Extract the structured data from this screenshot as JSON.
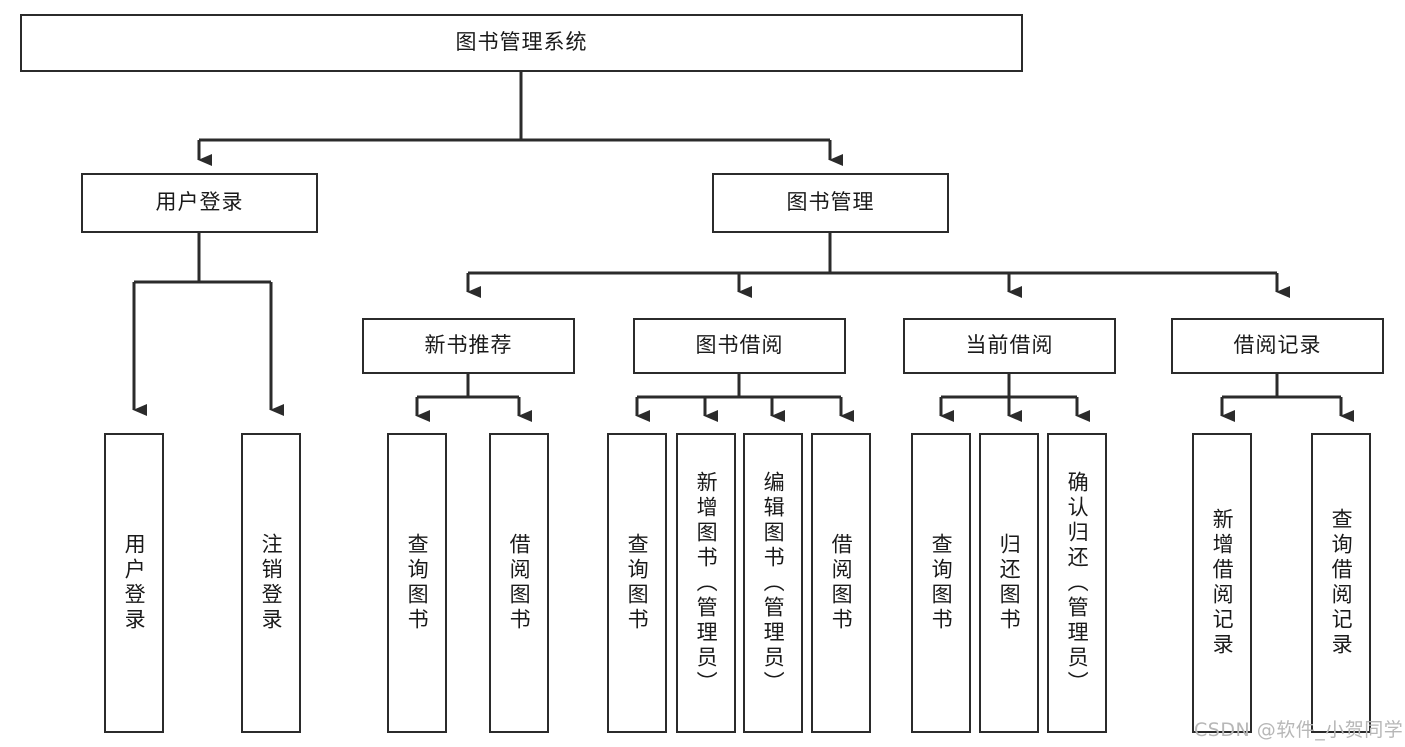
{
  "diagram": {
    "title": "图书管理系统",
    "type": "hierarchy-tree",
    "colors": {
      "box_border": "#2b2b2b",
      "box_fill": "#ffffff",
      "connector": "#2b2b2b",
      "background": "#ffffff",
      "watermark": "#b7b7b7"
    },
    "levels": {
      "root": {
        "label": "图书管理系统"
      },
      "level2": [
        {
          "label": "用户登录"
        },
        {
          "label": "图书管理"
        }
      ],
      "level3": [
        {
          "label": "新书推荐"
        },
        {
          "label": "图书借阅"
        },
        {
          "label": "当前借阅"
        },
        {
          "label": "借阅记录"
        }
      ],
      "leaves": {
        "user_login": [
          {
            "label": "用户登录"
          },
          {
            "label": "注销登录"
          }
        ],
        "new_book_recommend": [
          {
            "label": "查询图书"
          },
          {
            "label": "借阅图书"
          }
        ],
        "book_borrow": [
          {
            "label": "查询图书"
          },
          {
            "label": "新增图书（管理员）"
          },
          {
            "label": "编辑图书（管理员）"
          },
          {
            "label": "借阅图书"
          }
        ],
        "current_borrow": [
          {
            "label": "查询图书"
          },
          {
            "label": "归还图书"
          },
          {
            "label": "确认归还（管理员）"
          }
        ],
        "borrow_record": [
          {
            "label": "新增借阅记录"
          },
          {
            "label": "查询借阅记录"
          }
        ]
      }
    },
    "watermark": "CSDN @软件_小贺同学"
  }
}
